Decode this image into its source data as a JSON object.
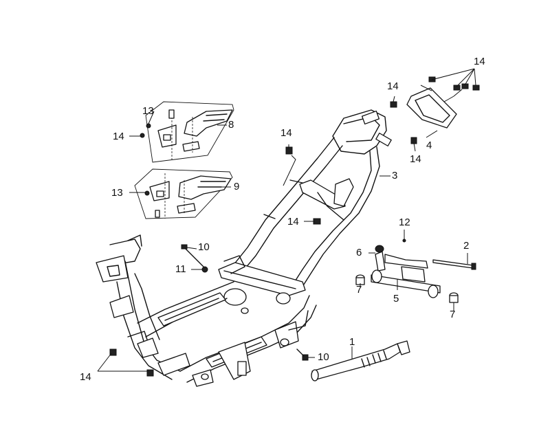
{
  "callouts": [
    {
      "id": "c14-top",
      "text": "14"
    },
    {
      "id": "c14-a",
      "text": "14"
    },
    {
      "id": "c13-a",
      "text": "13"
    },
    {
      "id": "c8",
      "text": "8"
    },
    {
      "id": "c14-b",
      "text": "14"
    },
    {
      "id": "c14-c",
      "text": "14"
    },
    {
      "id": "c4",
      "text": "4"
    },
    {
      "id": "c14-d",
      "text": "14"
    },
    {
      "id": "c3",
      "text": "3"
    },
    {
      "id": "c13-b",
      "text": "13"
    },
    {
      "id": "c9",
      "text": "9"
    },
    {
      "id": "c14-e",
      "text": "14"
    },
    {
      "id": "c12",
      "text": "12"
    },
    {
      "id": "c2",
      "text": "2"
    },
    {
      "id": "c6",
      "text": "6"
    },
    {
      "id": "c10-a",
      "text": "10"
    },
    {
      "id": "c11",
      "text": "11"
    },
    {
      "id": "c7-a",
      "text": "7"
    },
    {
      "id": "c5",
      "text": "5"
    },
    {
      "id": "c7-b",
      "text": "7"
    },
    {
      "id": "c1",
      "text": "1"
    },
    {
      "id": "c10-b",
      "text": "10"
    },
    {
      "id": "c14-f",
      "text": "14"
    }
  ]
}
